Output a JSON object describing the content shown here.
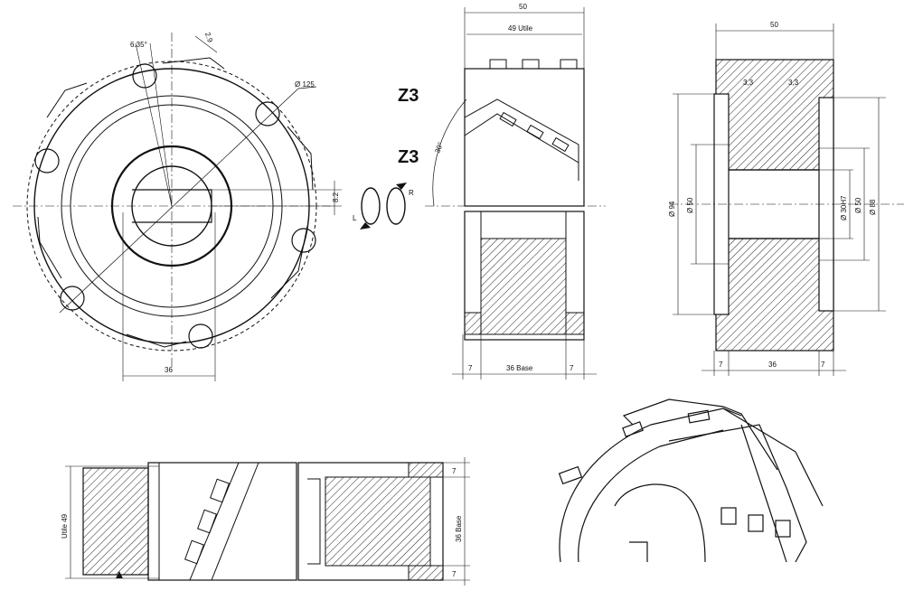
{
  "front_view": {
    "angle": "6.35°",
    "gap": "2.9",
    "diameter": "Ø 125",
    "width": "36",
    "keyway": "8.2"
  },
  "rotation": {
    "left": "L",
    "right": "R"
  },
  "side_view": {
    "overall": "50",
    "useful": "49 Utile",
    "teeth_top": "Z3",
    "teeth_bottom": "Z3",
    "angle": "30°",
    "left": "7",
    "base": "36 Base",
    "right": "7"
  },
  "section_view": {
    "overall": "50",
    "chamfer_left": "3,3",
    "chamfer_right": "3,3",
    "d94": "Ø 94",
    "d50_left": "Ø 50",
    "bore": "Ø 30H7",
    "d50_right": "Ø 50",
    "d88": "Ø 88",
    "left": "7",
    "middle": "36",
    "right": "7"
  },
  "bottom_view": {
    "useful": "Utile 49",
    "top": "7",
    "base": "36 Base",
    "bottom": "7"
  }
}
